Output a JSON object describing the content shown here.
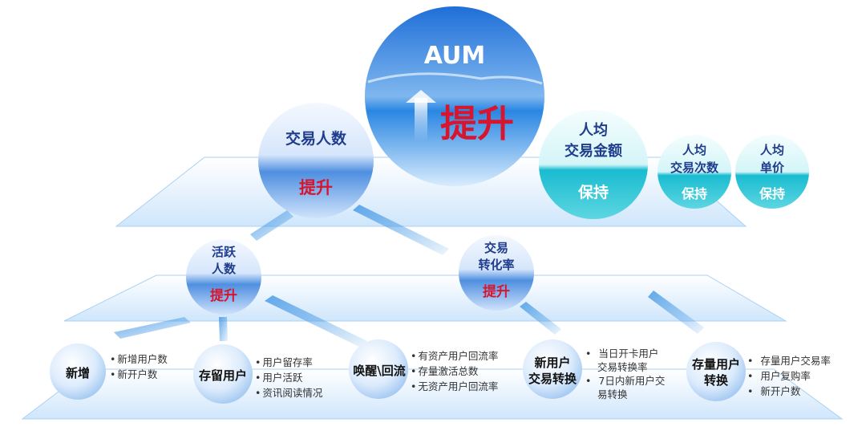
{
  "top": {
    "aum": {
      "title": "AUM",
      "status": "提升"
    },
    "trade_users": {
      "title": "交易人数",
      "status": "提升"
    },
    "avg_amount": {
      "title_line1": "人均",
      "title_line2": "交易金额",
      "status": "保持"
    },
    "avg_count": {
      "title_line1": "人均",
      "title_line2": "交易次数",
      "status": "保持"
    },
    "avg_price": {
      "title_line1": "人均",
      "title_line2": "单价",
      "status": "保持"
    }
  },
  "middle": {
    "active_users": {
      "title_line1": "活跃",
      "title_line2": "人数",
      "status": "提升"
    },
    "conversion": {
      "title_line1": "交易",
      "title_line2": "转化率",
      "status": "提升"
    }
  },
  "bottom": {
    "new_add": {
      "title": "新增",
      "bullets": [
        "新增用户数",
        "新开户数"
      ]
    },
    "retain": {
      "title": "存留用户",
      "bullets": [
        "用户留存率",
        "用户活跃",
        "资讯阅读情况"
      ]
    },
    "wake": {
      "title": "唤醒\\回流",
      "bullets": [
        "有资产用户回流率",
        "存量激活总数",
        "无资产用户回流率"
      ]
    },
    "new_trade": {
      "title_line1": "新用户",
      "title_line2": "交易转换",
      "bullets": [
        {
          "line1": "当日开卡用户",
          "line2": "交易转换率"
        },
        {
          "line1": "7日内新用户交",
          "line2": "易转换"
        }
      ]
    },
    "stock_trade": {
      "title_line1": "存量用户",
      "title_line2": "转换",
      "bullets": [
        "存量用户交易率",
        "用户复购率",
        "新开户数"
      ]
    }
  },
  "colors": {
    "blue": "#1f3d8c",
    "red": "#d8152e",
    "teal": "#19bcd0",
    "sky": "#4f9ee6"
  }
}
